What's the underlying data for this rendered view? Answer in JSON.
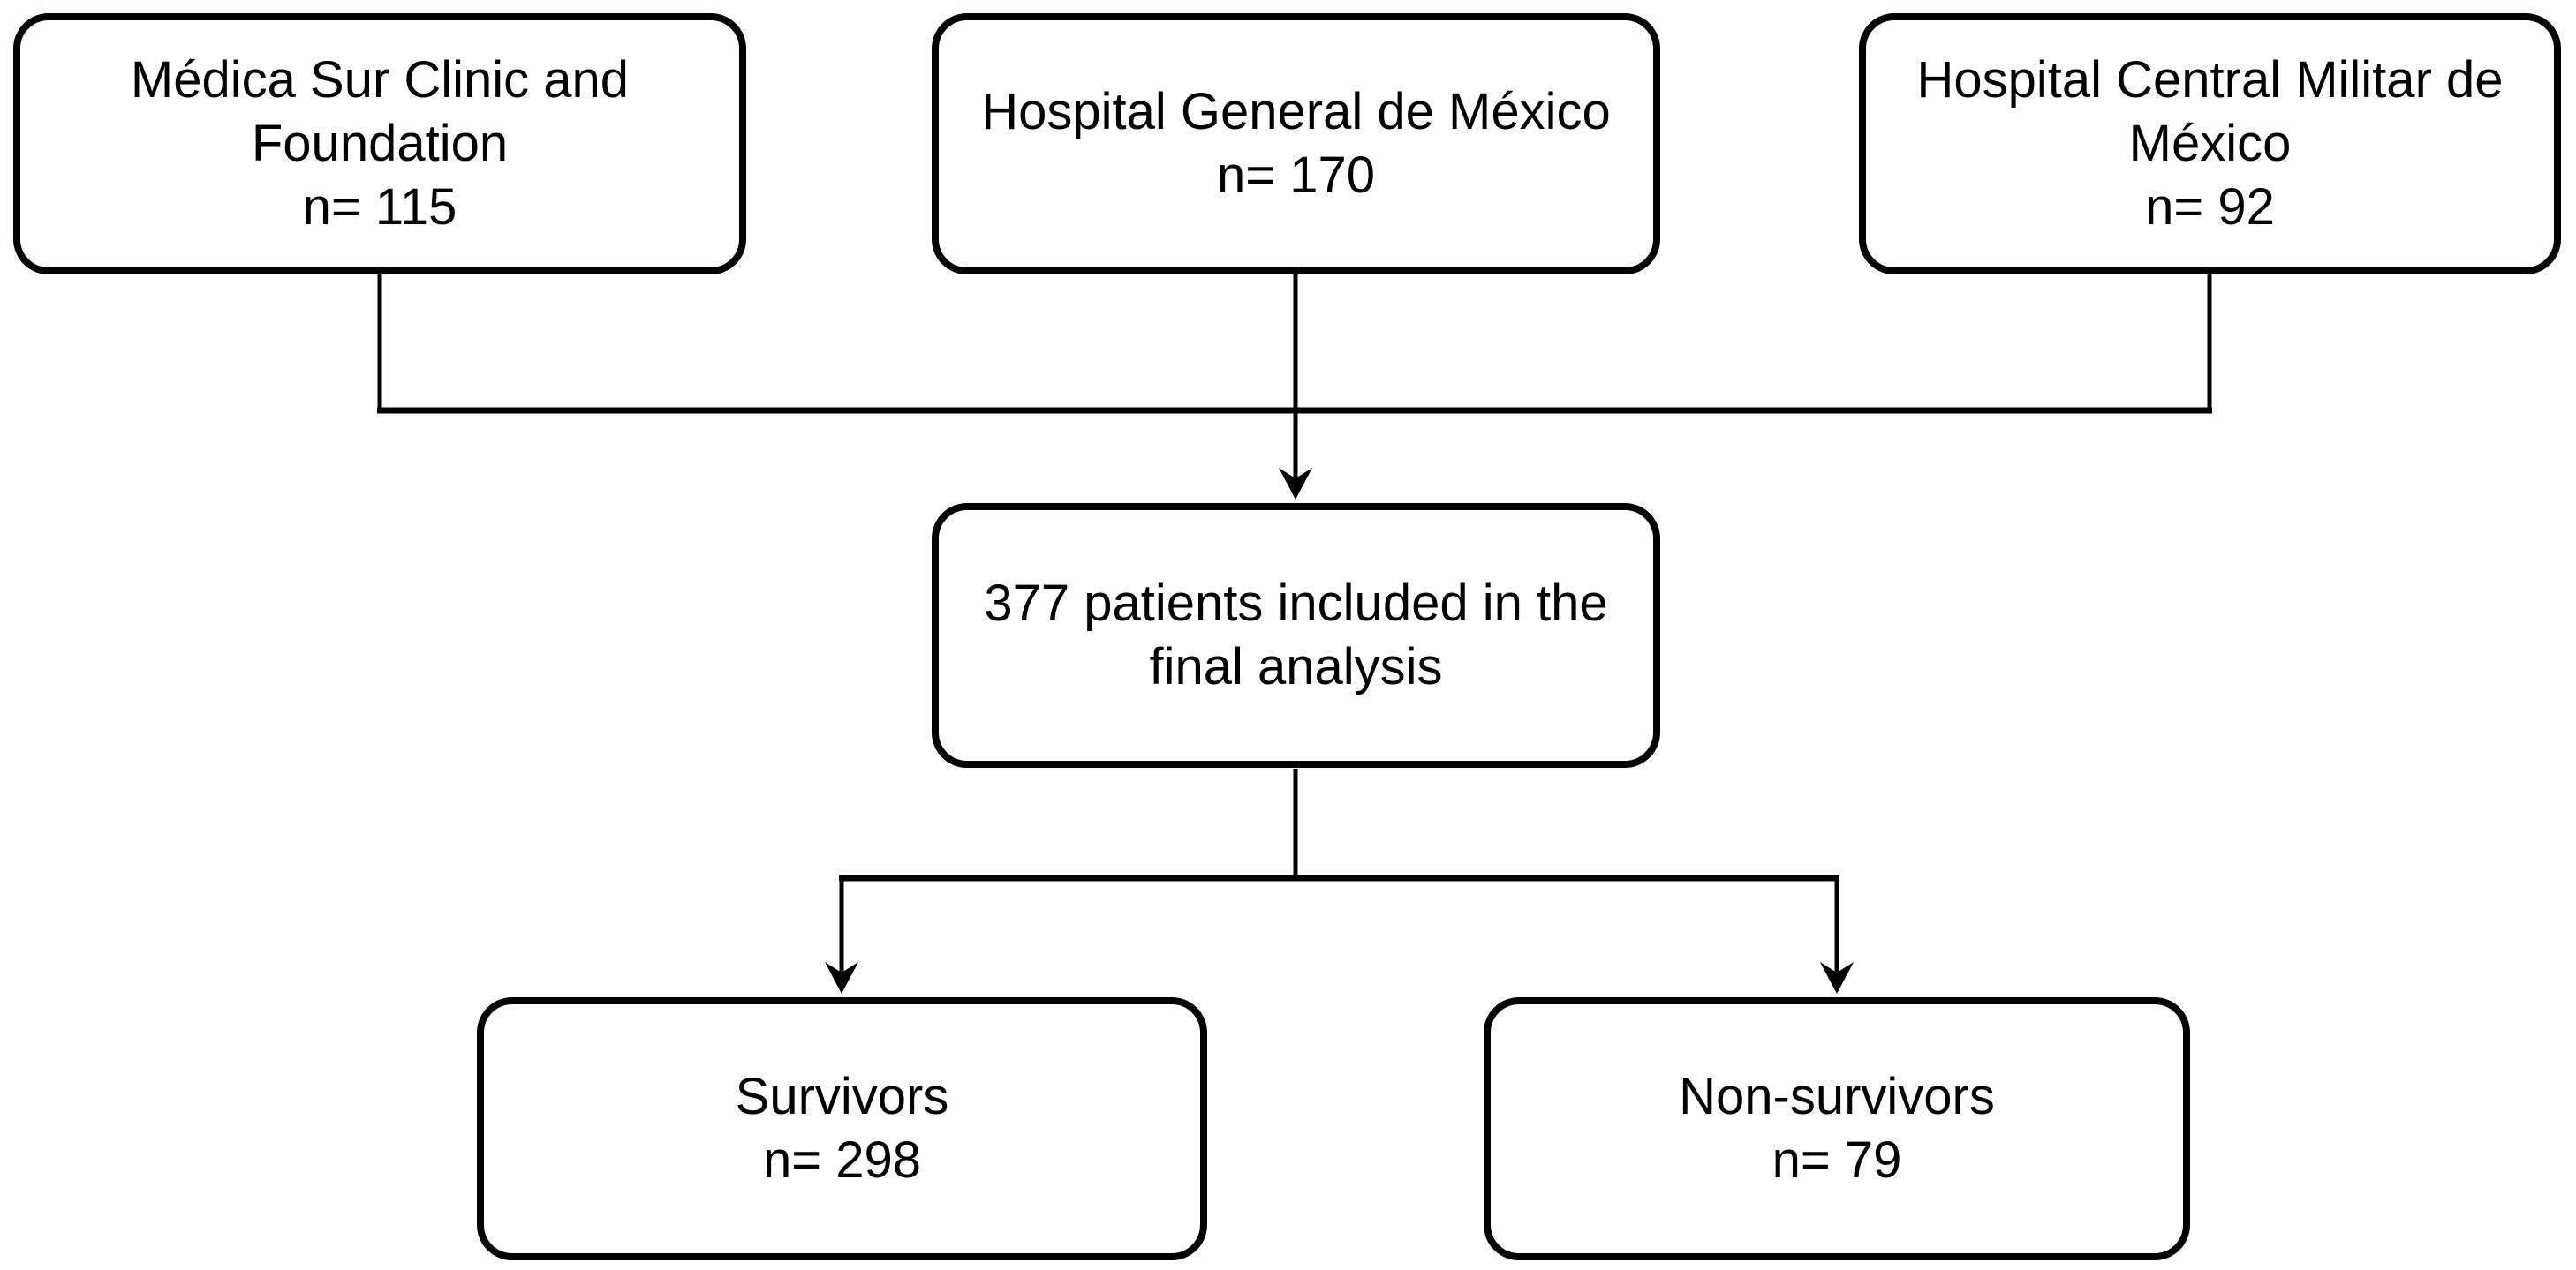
{
  "figure": {
    "type": "flowchart",
    "background_color": "#ffffff",
    "line_color": "#000000",
    "text_color": "#000000",
    "nodes": {
      "medica_sur": {
        "label": "Médica Sur Clinic and\nFoundation\nn= 115",
        "n": 115
      },
      "hospital_general": {
        "label": "Hospital General de México\nn= 170",
        "n": 170
      },
      "hospital_militar": {
        "label": "Hospital Central Militar de\nMéxico\nn= 92",
        "n": 92
      },
      "included": {
        "label": "377 patients included in the\nfinal analysis",
        "n": 377
      },
      "survivors": {
        "label": "Survivors\nn= 298",
        "n": 298
      },
      "non_survivors": {
        "label": "Non-survivors\nn= 79",
        "n": 79
      }
    },
    "edges": [
      {
        "from": "medica_sur",
        "to": "included"
      },
      {
        "from": "hospital_general",
        "to": "included"
      },
      {
        "from": "hospital_militar",
        "to": "included"
      },
      {
        "from": "included",
        "to": "survivors"
      },
      {
        "from": "included",
        "to": "non_survivors"
      }
    ]
  }
}
